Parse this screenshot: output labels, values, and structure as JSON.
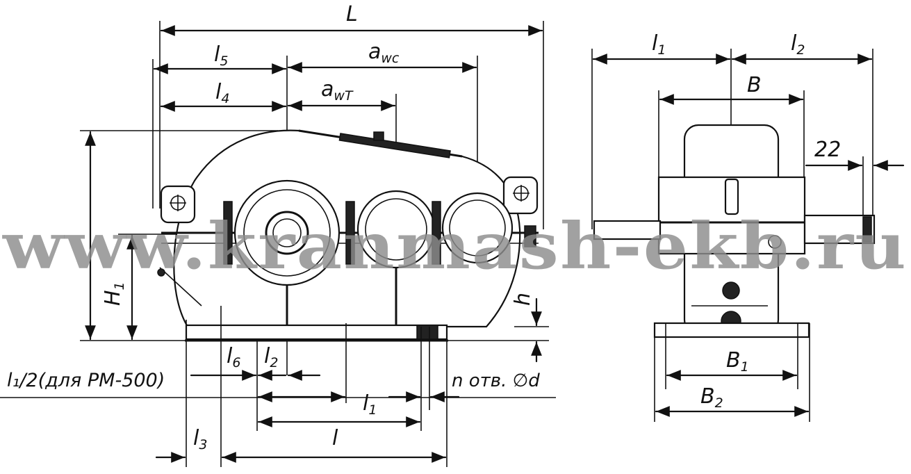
{
  "labels": {
    "L": "L",
    "l5_main": "l",
    "l5_sub": "5",
    "l4_main": "l",
    "l4_sub": "4",
    "awc_main": "a",
    "awc_sub": "wc",
    "awt_main": "a",
    "awt_sub": "wT",
    "H1_main": "H",
    "H1_sub": "1",
    "h": "h",
    "l1half": "l₁/2(для РМ-500)",
    "l6_main": "l",
    "l6_sub": "6",
    "l2b_main": "l",
    "l2b_sub": "2",
    "l1b_main": "l",
    "l1b_sub": "1",
    "holes": "n отв. ∅d",
    "l_bottom": "l",
    "l3_main": "l",
    "l3_sub": "3",
    "side_l1_main": "l",
    "side_l1_sub": "1",
    "side_l2_main": "l",
    "side_l2_sub": "2",
    "B": "B",
    "dim22": "22",
    "B1_main": "B",
    "B1_sub": "1",
    "B2_main": "B",
    "B2_sub": "2"
  },
  "watermark": "www.kranmash-ekb.ru",
  "colors": {
    "line": "#111111",
    "watermark": "#8c8c8c",
    "background": "#ffffff"
  }
}
